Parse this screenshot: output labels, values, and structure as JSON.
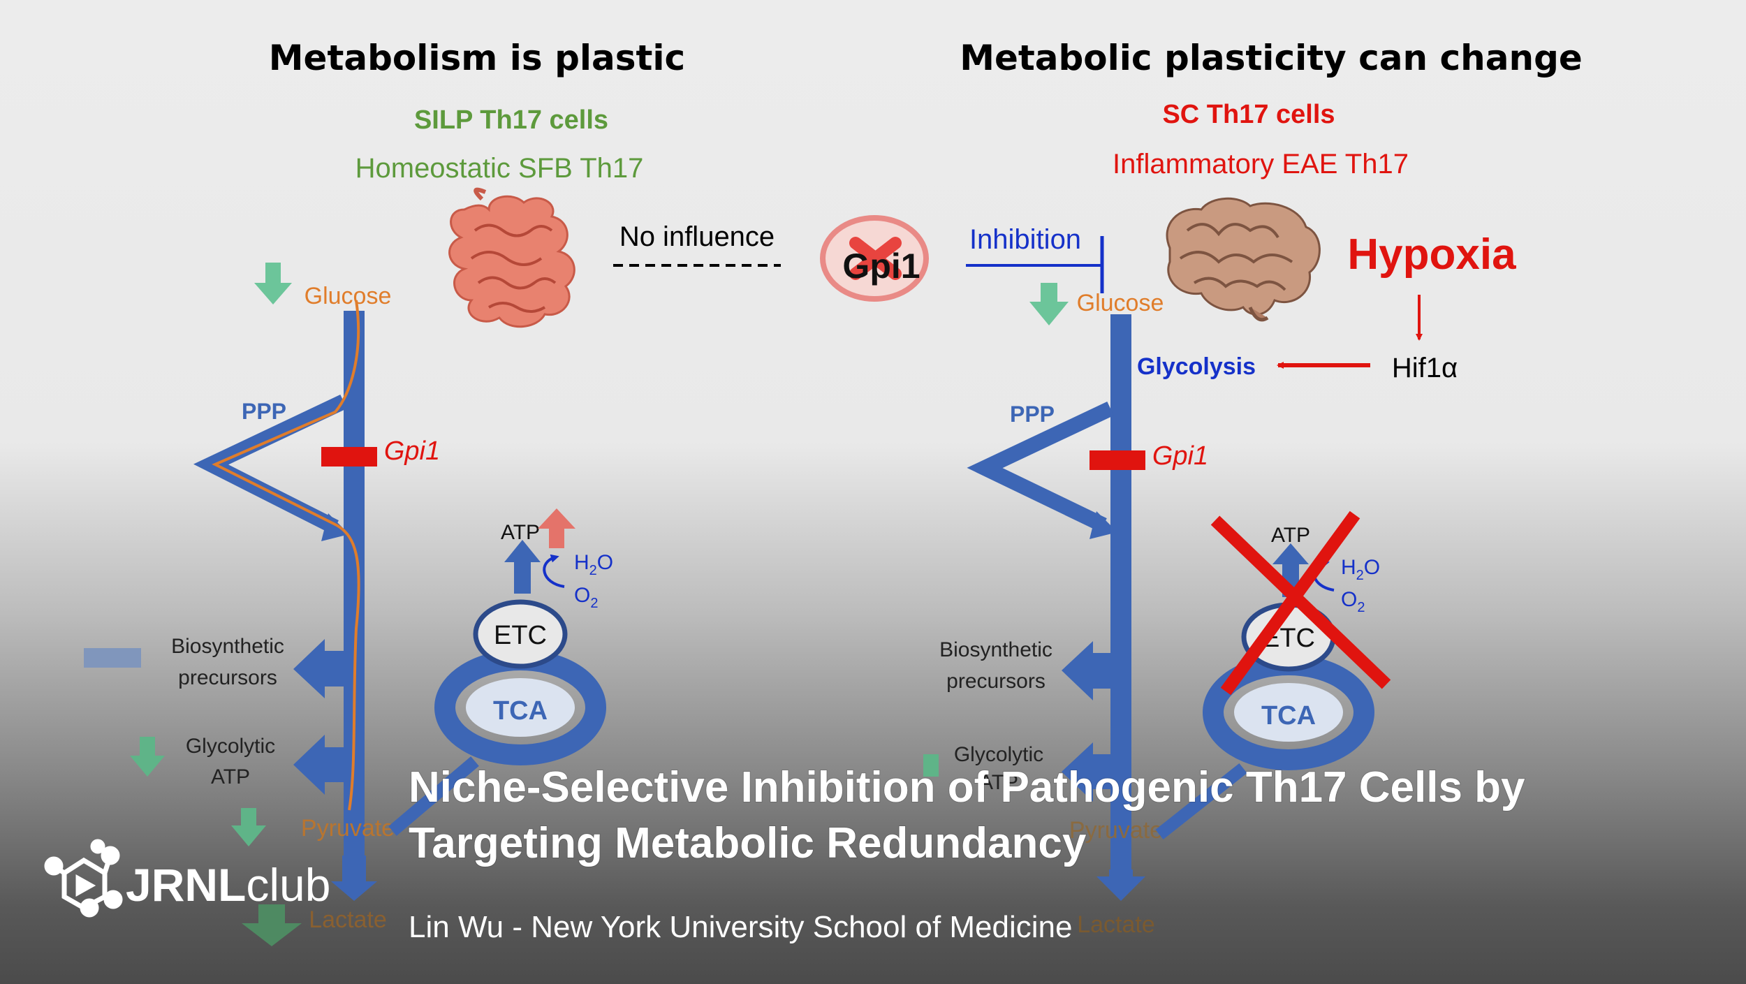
{
  "left": {
    "title": "Metabolism is plastic",
    "subtitle1": "SILP Th17 cells",
    "subtitle2": "Homeostatic SFB Th17",
    "glucose": "Glucose",
    "ppp": "PPP",
    "gpi1": "Gpi1",
    "atp": "ATP",
    "h2o_h": "H",
    "h2o_sub": "2",
    "h2o_o": "O",
    "o2_o": "O",
    "o2_sub": "2",
    "etc": "ETC",
    "tca": "TCA",
    "bio1": "Biosynthetic",
    "bio2": "precursors",
    "gly1": "Glycolytic",
    "gly2": "ATP",
    "pyruvate": "Pyruvate",
    "lactate": "Lactate"
  },
  "middle": {
    "no_influence": "No influence",
    "gpi1_badge": "Gpi1",
    "inhibition": "Inhibition"
  },
  "right": {
    "title": "Metabolic plasticity can change",
    "subtitle1": "SC Th17 cells",
    "subtitle2": "Inflammatory EAE Th17",
    "hypoxia": "Hypoxia",
    "hif1a": "Hif1α",
    "glucose": "Glucose",
    "glycolysis": "Glycolysis",
    "ppp": "PPP",
    "gpi1": "Gpi1",
    "atp": "ATP",
    "h2o_h": "H",
    "h2o_sub": "2",
    "h2o_o": "O",
    "o2_o": "O",
    "o2_sub": "2",
    "etc": "ETC",
    "tca": "TCA",
    "bio1": "Biosynthetic",
    "bio2": "precursors",
    "gly1": "Glycolytic",
    "gly2": "ATP",
    "pyruvate": "Pyruvate",
    "lactate": "Lactate"
  },
  "overlay": {
    "headline1": "Niche-Selective Inhibition of Pathogenic Th17 Cells by",
    "headline2": "Targeting Metabolic Redundancy",
    "byline": "Lin Wu - New York University School of Medicine",
    "logo_bold": "JRNL",
    "logo_light": "club"
  },
  "colors": {
    "blue_path": "#3d66b5",
    "green_text": "#5d9a3c",
    "red_text": "#e0140f",
    "orange_text": "#e07d2b",
    "teal_arrow": "#6cc59a",
    "dark_blue_text": "#1531c9"
  }
}
